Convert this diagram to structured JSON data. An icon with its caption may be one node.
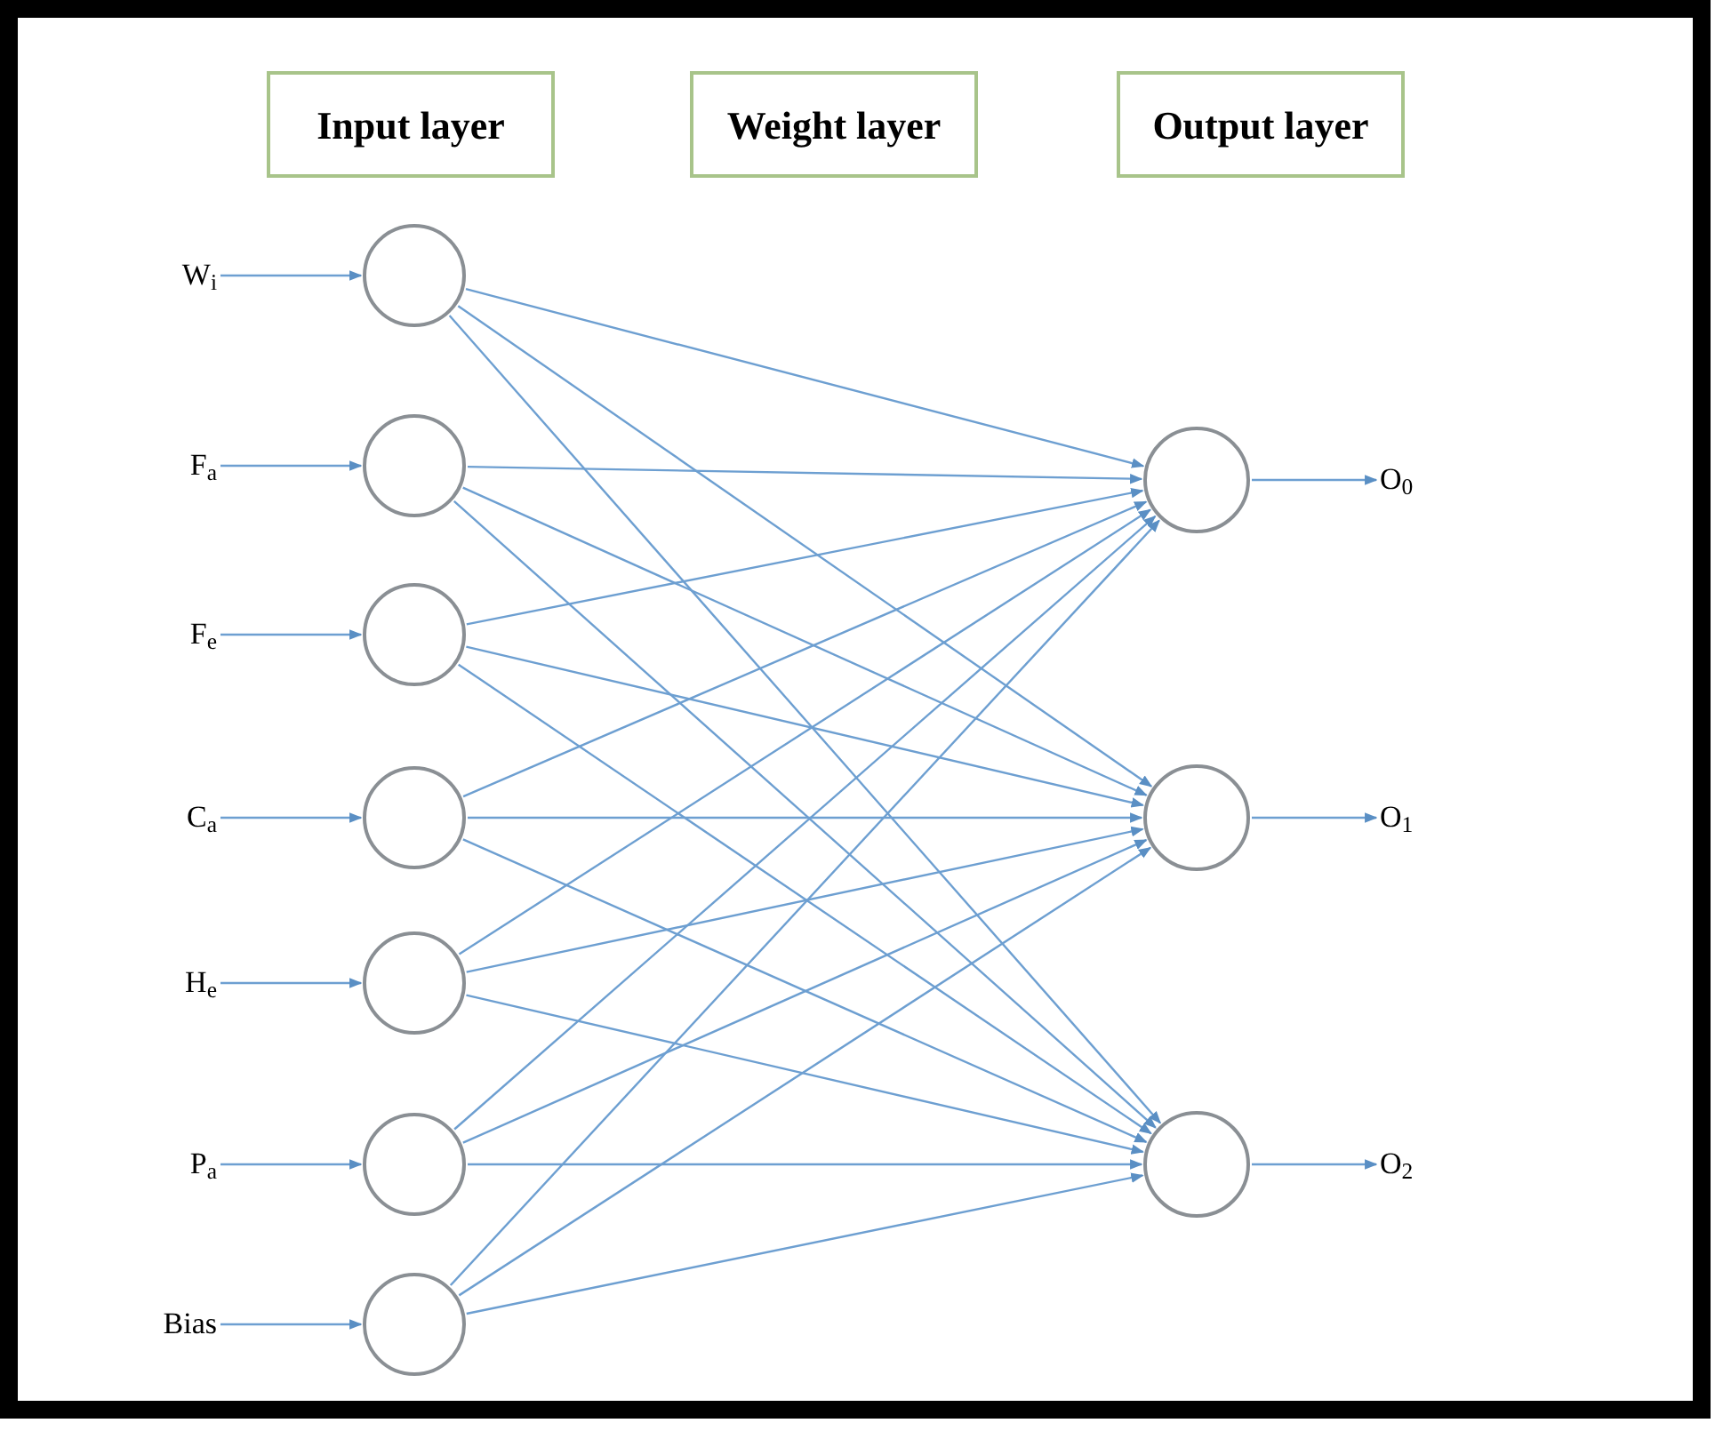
{
  "diagram": {
    "nodes": [
      {
        "text": [
          "Input layer"
        ]
      },
      {
        "text": [
          "Weight layer"
        ]
      },
      {
        "text": [
          "Output layer"
        ]
      },
      {
        "text": [
          "W$_{i}$"
        ]
      },
      {
        "text": [
          "F$_{a}$"
        ]
      },
      {
        "text": [
          "F$_{e}$"
        ]
      },
      {
        "text": [
          "C$_{a}$"
        ]
      },
      {
        "text": [
          "H$_{e}$"
        ]
      },
      {
        "text": [
          "P$_{a}$"
        ]
      },
      {
        "text": [
          "Bias"
        ]
      },
      {
        "text": [],
        "shape": "circle"
      },
      {
        "text": [],
        "shape": "circle"
      },
      {
        "text": [],
        "shape": "circle"
      },
      {
        "text": [],
        "shape": "circle"
      },
      {
        "text": [],
        "shape": "circle"
      },
      {
        "text": [],
        "shape": "circle"
      },
      {
        "text": [],
        "shape": "circle"
      },
      {
        "text": [],
        "shape": "circle"
      },
      {
        "text": [],
        "shape": "circle"
      },
      {
        "text": [],
        "shape": "circle"
      },
      {
        "text": [
          "O$_{0}$"
        ]
      },
      {
        "text": [
          "O$_{1}$"
        ]
      },
      {
        "text": [
          "O$_{2}$"
        ]
      }
    ],
    "edges": [
      {
        "from": 3,
        "to": 10,
        "arrow": "to"
      },
      {
        "from": 4,
        "to": 11,
        "arrow": "to"
      },
      {
        "from": 5,
        "to": 12,
        "arrow": "to"
      },
      {
        "from": 6,
        "to": 13,
        "arrow": "to"
      },
      {
        "from": 7,
        "to": 14,
        "arrow": "to"
      },
      {
        "from": 8,
        "to": 15,
        "arrow": "to"
      },
      {
        "from": 9,
        "to": 16,
        "arrow": "to"
      },
      {
        "from": 10,
        "to": 17,
        "arrow": "to"
      },
      {
        "from": 10,
        "to": 18,
        "arrow": "to"
      },
      {
        "from": 10,
        "to": 19,
        "arrow": "to"
      },
      {
        "from": 11,
        "to": 17,
        "arrow": "to"
      },
      {
        "from": 11,
        "to": 18,
        "arrow": "to"
      },
      {
        "from": 11,
        "to": 19,
        "arrow": "to"
      },
      {
        "from": 12,
        "to": 17,
        "arrow": "to"
      },
      {
        "from": 12,
        "to": 18,
        "arrow": "to"
      },
      {
        "from": 12,
        "to": 19,
        "arrow": "to"
      },
      {
        "from": 13,
        "to": 17,
        "arrow": "to"
      },
      {
        "from": 13,
        "to": 18,
        "arrow": "to"
      },
      {
        "from": 13,
        "to": 19,
        "arrow": "to"
      },
      {
        "from": 14,
        "to": 17,
        "arrow": "to"
      },
      {
        "from": 14,
        "to": 18,
        "arrow": "to"
      },
      {
        "from": 14,
        "to": 19,
        "arrow": "to"
      },
      {
        "from": 15,
        "to": 17,
        "arrow": "to"
      },
      {
        "from": 15,
        "to": 18,
        "arrow": "to"
      },
      {
        "from": 15,
        "to": 19,
        "arrow": "to"
      },
      {
        "from": 16,
        "to": 17,
        "arrow": "to"
      },
      {
        "from": 16,
        "to": 18,
        "arrow": "to"
      },
      {
        "from": 16,
        "to": 19,
        "arrow": "to"
      },
      {
        "from": 17,
        "to": 20,
        "arrow": "to"
      },
      {
        "from": 18,
        "to": 21,
        "arrow": "to"
      },
      {
        "from": 19,
        "to": 22,
        "arrow": "to"
      }
    ]
  }
}
